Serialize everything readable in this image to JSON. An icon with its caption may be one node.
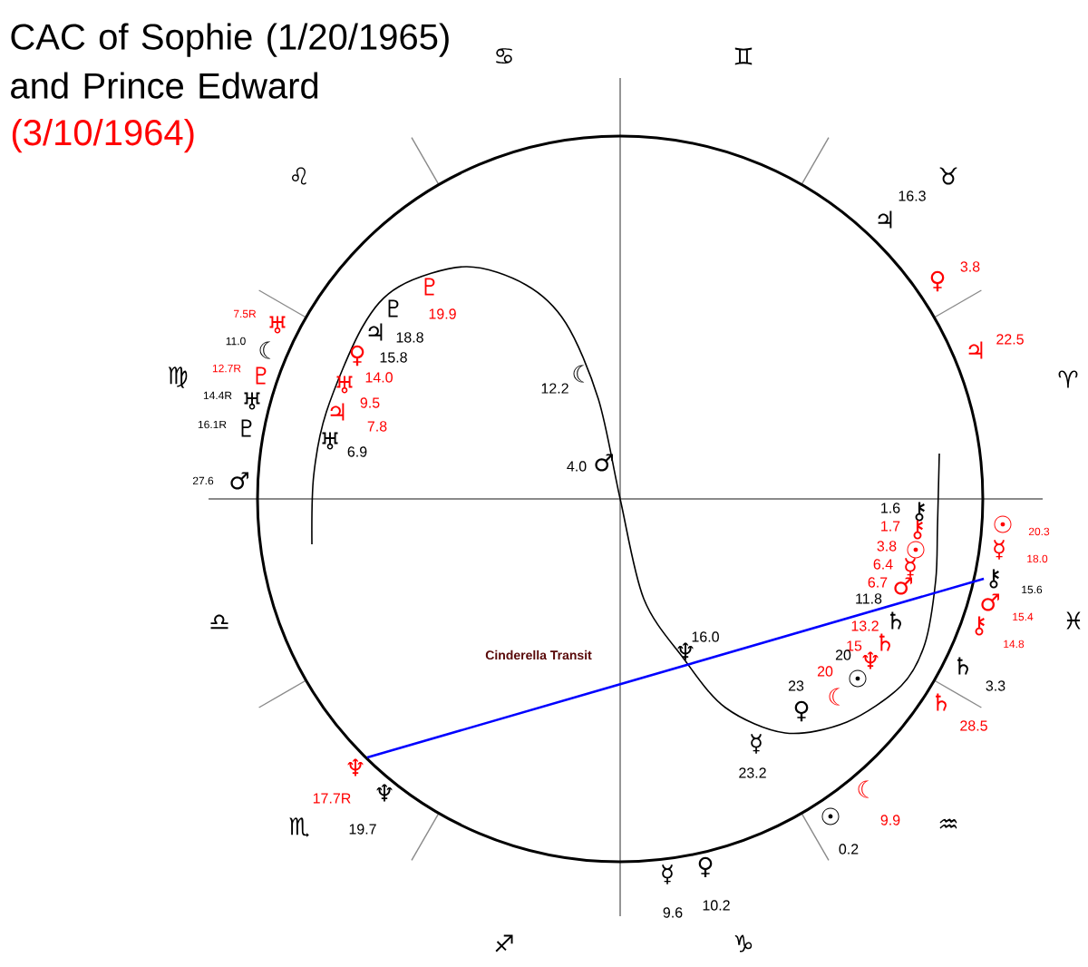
{
  "diagram": {
    "title": "CAC of Sophie (1/20/1965) and Prince Edward",
    "nodes": [
      {
        "text": [
          "⚷"
        ],
        "beside": [
          "15.6"
        ]
      },
      {
        "text": [
          "♆"
        ],
        "beside": [
          "17.7R"
        ]
      }
    ],
    "edges": [
      {
        "from": 1,
        "to": 0,
        "arrow": "none",
        "label": "Cinderella Transit",
        "color": "#0000ff"
      }
    ],
    "labels": [
      "(3/10/1964)",
      "♋",
      "♊",
      "♌",
      "♉",
      "16.3",
      "♃",
      "3.8",
      "♀",
      "♇",
      "♇",
      "7.5R",
      "19.9",
      "♅",
      "♃",
      "18.8",
      "22.5",
      "11.0",
      "♃",
      "☾",
      "♀",
      "15.8",
      "12.7R",
      "☾",
      "♇",
      "14.0",
      "♍",
      "♈",
      "♅",
      "12.2",
      "14.4R",
      "♅",
      "9.5",
      "♃",
      "16.1R",
      "7.8",
      "♇",
      "♅",
      "6.9",
      "♂",
      "4.0",
      "♂",
      "27.6",
      "1.6",
      "⚷",
      "1.7",
      "⚷",
      "☉",
      "20.3",
      "3.8",
      "☉",
      "☿",
      "18.0",
      "6.4",
      "☿",
      "6.7",
      "♂",
      "11.8",
      "♂",
      "♄",
      "15.4",
      "13.2",
      "♎",
      "♓",
      "⚷",
      "♄",
      "15",
      "16.0",
      "14.8",
      "20",
      "♆",
      "♆",
      "♄",
      "20",
      "☉",
      "23",
      "3.3",
      "☾",
      "♄",
      "♀",
      "28.5",
      "☿",
      "23.2",
      "☾",
      "♆",
      "☉",
      "9.9",
      "♒",
      "♏",
      "19.7",
      "0.2",
      "♀",
      "☿",
      "10.2",
      "9.6",
      "♐",
      "♑"
    ]
  }
}
